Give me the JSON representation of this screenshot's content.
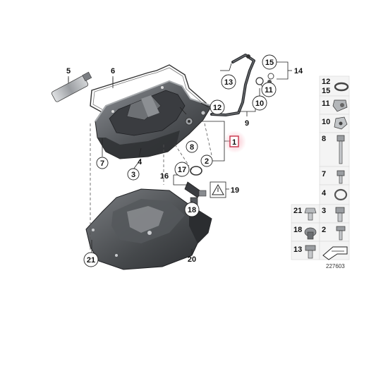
{
  "diagram_id": "227603",
  "callouts": {
    "c1": "1",
    "c2": "2",
    "c3": "3",
    "c4": "4",
    "c5": "5",
    "c6": "6",
    "c7": "7",
    "c8": "8",
    "c9": "9",
    "c10": "10",
    "c11": "11",
    "c12": "12",
    "c13": "13",
    "c14": "14",
    "c15": "15",
    "c16": "16",
    "c17": "17",
    "c18": "18",
    "c19": "19",
    "c20": "20",
    "c21": "21"
  },
  "side_panel": {
    "p12": "12",
    "p15": "15",
    "p11": "11",
    "p10": "10",
    "p8": "8",
    "p7": "7",
    "p4": "4",
    "p21": "21",
    "p3": "3",
    "p18": "18",
    "p2": "2",
    "p13": "13"
  },
  "colors": {
    "highlight": "#c8324a",
    "highlight_glow": "#f4a7b4",
    "part_dark": "#3d3f42",
    "part_mid": "#6e7175",
    "part_light": "#b9bcbf",
    "line": "#222222",
    "dash": "#555555"
  }
}
